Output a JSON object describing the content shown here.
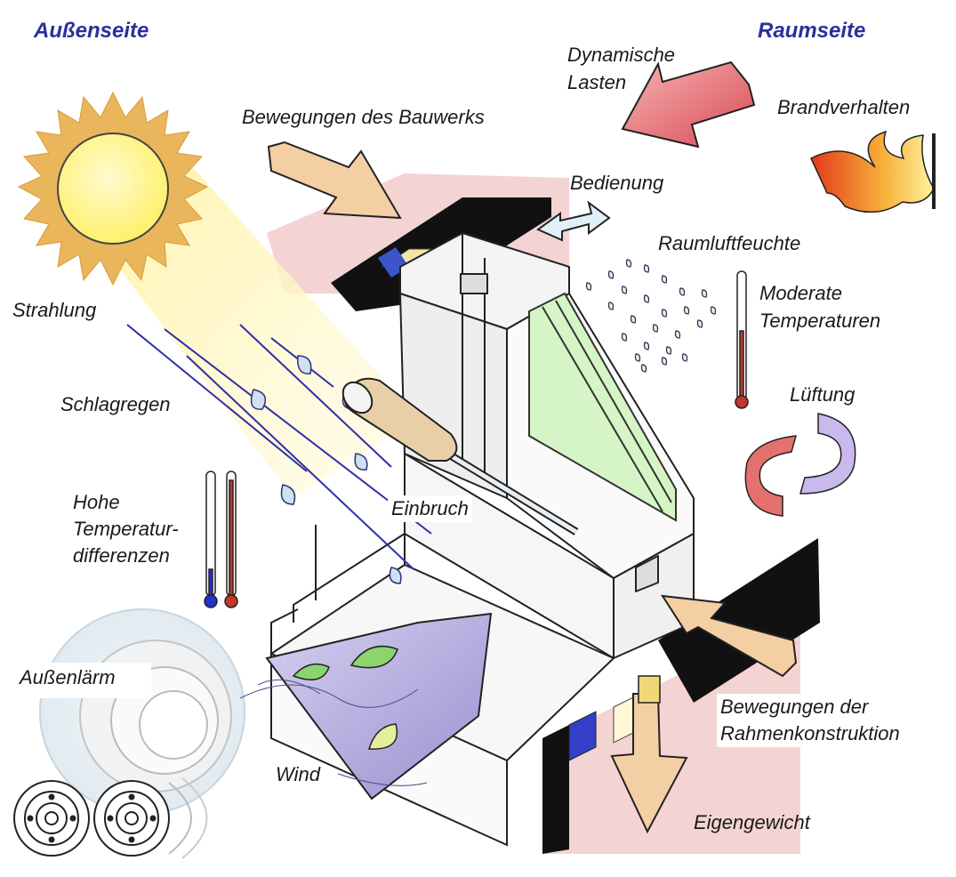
{
  "labels": {
    "outside": "Außenseite",
    "inside": "Raumseite",
    "dynamic_loads_line1": "Dynamische",
    "dynamic_loads_line2": "Lasten",
    "building_movement": "Bewegungen des Bauwerks",
    "fire_behavior": "Brandverhalten",
    "operation": "Bedienung",
    "room_humidity": "Raumluftfeuchte",
    "moderate_temp_line1": "Moderate",
    "moderate_temp_line2": "Temperaturen",
    "radiation": "Strahlung",
    "driving_rain": "Schlagregen",
    "ventilation": "Lüftung",
    "burglary": "Einbruch",
    "high_temp_line1": "Hohe",
    "high_temp_line2": "Temperatur-",
    "high_temp_line3": "differenzen",
    "outside_noise": "Außenlärm",
    "frame_movement_line1": "Bewegungen der",
    "frame_movement_line2": "Rahmenkonstruktion",
    "wind": "Wind",
    "own_weight": "Eigengewicht"
  },
  "colors": {
    "side_heading": "#2b2f9a",
    "sun_rays": "#e9b64f",
    "sun_core": "#fff173",
    "arrow_tan": "#f3cfa3",
    "arrow_red": "#e0717a",
    "glass": "#d6f5c6",
    "rain": "#2e2ea8",
    "wall_pink": "#f4d3d3",
    "wind_triangle": "#b9b2dd",
    "thermo_hot": "#c0392b",
    "thermo_cold": "#2233cc"
  },
  "icons": [
    "sun-icon",
    "flame-icon",
    "thermometer-icon",
    "tire-icon",
    "leaf-icon",
    "screwdriver-icon",
    "water-drop-icon"
  ]
}
